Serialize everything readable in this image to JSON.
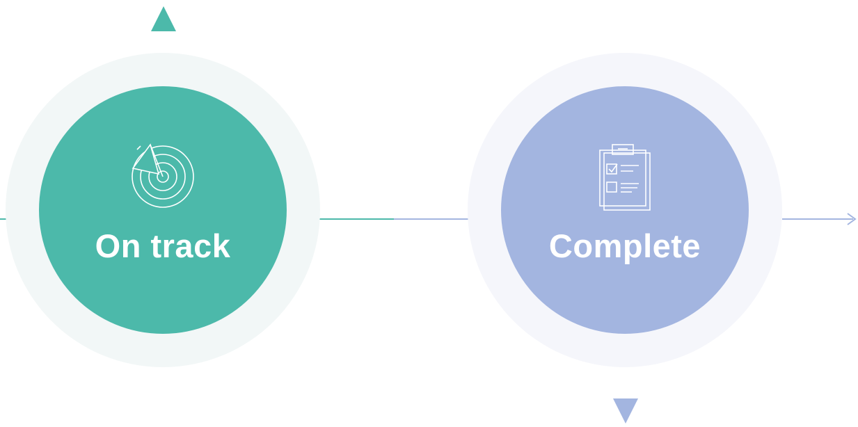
{
  "colors": {
    "on_track": "#4cb9aa",
    "on_track_halo": "#f2f7f7",
    "complete": "#a3b5e0",
    "complete_halo": "#f5f6fb",
    "background": "#ffffff"
  },
  "stages": [
    {
      "label": "On track",
      "icon": "target-icon",
      "marker": "triangle-up"
    },
    {
      "label": "Complete",
      "icon": "clipboard-checklist-icon",
      "marker": "triangle-down"
    }
  ]
}
